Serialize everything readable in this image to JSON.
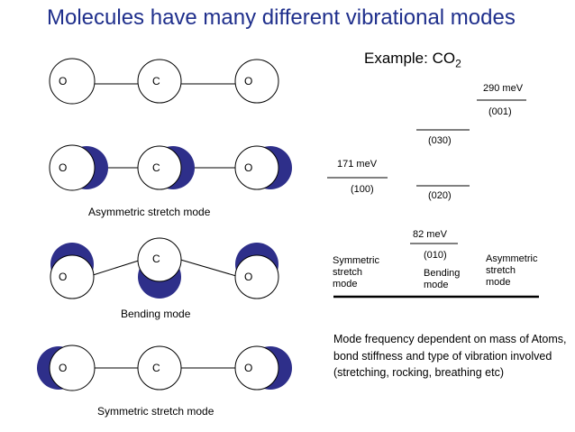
{
  "title": "Molecules have many different vibrational modes",
  "example": {
    "prefix": "Example: CO",
    "subscript": "2"
  },
  "atoms": {
    "oxygen": "O",
    "carbon": "C"
  },
  "mode_labels": {
    "asymmetric": "Asymmetric stretch mode",
    "bending": "Bending mode",
    "symmetric": "Symmetric stretch mode"
  },
  "energy_diagram": {
    "energy_290": "290 meV",
    "level_001": "(001)",
    "level_030": "(030)",
    "energy_171": "171 meV",
    "level_100": "(100)",
    "level_020": "(020)",
    "energy_82": "82 meV",
    "level_010": "(010)",
    "col_symmetric": [
      "Symmetric",
      "stretch",
      "mode"
    ],
    "col_bending": [
      "Bending",
      "mode"
    ],
    "col_asymmetric": [
      "Asymmetric",
      "stretch",
      "mode"
    ]
  },
  "note": "Mode frequency dependent on mass of Atoms, bond stiffness and type of vibration involved (stretching, rocking, breathing etc)",
  "colors": {
    "title": "#1f2f8c",
    "displacement": "#2e2f8a"
  }
}
